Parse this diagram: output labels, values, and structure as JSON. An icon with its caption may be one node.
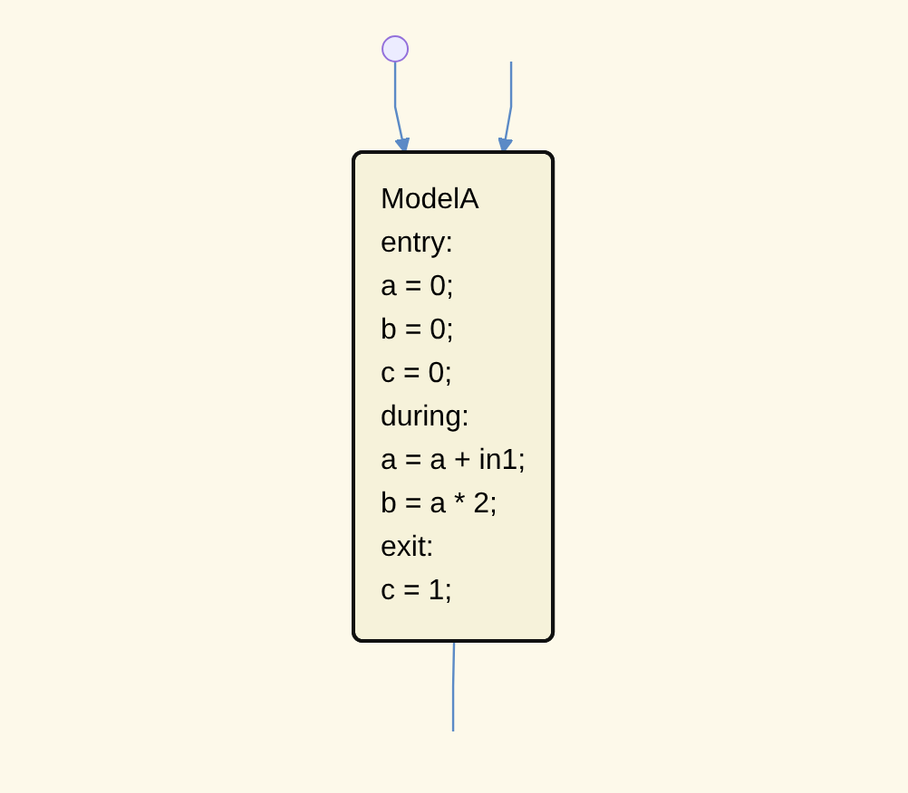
{
  "diagram": {
    "nodes": [
      {
        "text": [],
        "shape": "circle"
      },
      {
        "text": [
          "ModelA",
          "entry:",
          "a = 0;",
          "b = 0;",
          "c = 0;",
          "during:",
          "a = a + in1;",
          "b = a * 2;",
          "exit:",
          "c = 1;"
        ]
      }
    ],
    "edges": [
      {
        "from": 0,
        "to": 1,
        "arrow": "to"
      },
      {
        "from": 1,
        "to": null,
        "arrow": "none"
      },
      {
        "from": null,
        "to": 1,
        "arrow": "to"
      }
    ]
  }
}
